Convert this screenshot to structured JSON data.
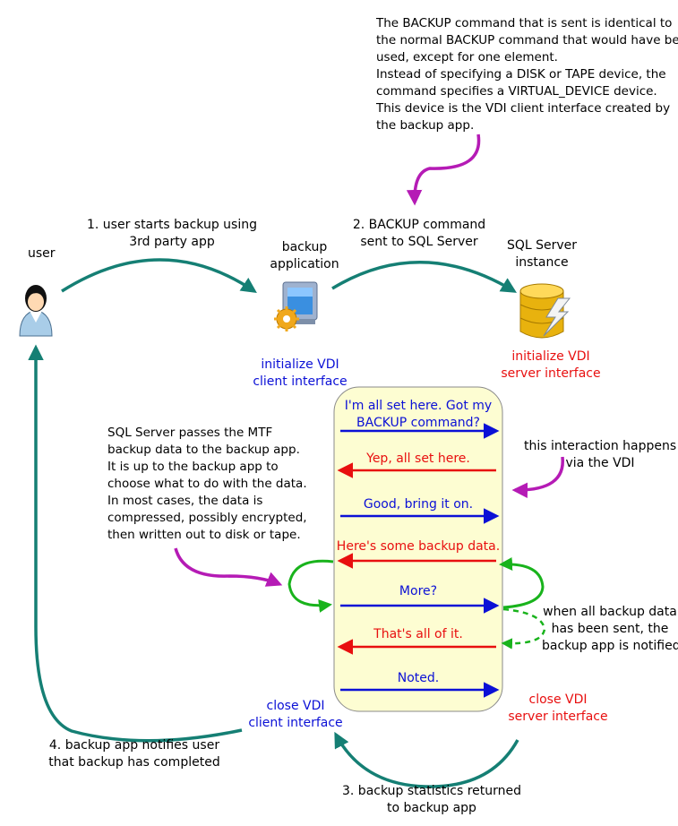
{
  "colors": {
    "teal": "#157f74",
    "magenta": "#b51bb5",
    "green": "#19b31c",
    "blue": "#0b10d6",
    "red": "#e80f0f",
    "panel": "#fdfdd2"
  },
  "top_note": [
    "The BACKUP command that is sent is identical to",
    "the normal BACKUP command that would have been",
    "used, except for one element.",
    "Instead of specifying a DISK or TAPE device, the",
    "command specifies a VIRTUAL_DEVICE device.",
    "This device is the VDI client interface created by",
    "the backup app."
  ],
  "actors": {
    "user": "user",
    "backup_app": [
      "backup",
      "application"
    ],
    "sql_server": [
      "SQL Server",
      "instance"
    ]
  },
  "steps": {
    "step1": [
      "1. user starts backup using",
      "3rd party app"
    ],
    "step2": [
      "2. BACKUP command",
      "sent to SQL Server"
    ],
    "step3": [
      "3. backup statistics returned",
      "to backup app"
    ],
    "step4": [
      "4. backup app notifies user",
      "that backup has completed"
    ]
  },
  "interfaces": {
    "init_client": [
      "initialize VDI",
      "client interface"
    ],
    "init_server": [
      "initialize VDI",
      "server interface"
    ],
    "close_client": [
      "close VDI",
      "client interface"
    ],
    "close_server": [
      "close VDI",
      "server interface"
    ]
  },
  "messages": [
    {
      "text": [
        "I'm all set here.  Got my",
        "BACKUP command?"
      ],
      "dir": "right",
      "color": "blue"
    },
    {
      "text": [
        "Yep, all set here."
      ],
      "dir": "left",
      "color": "red"
    },
    {
      "text": [
        "Good, bring it on."
      ],
      "dir": "right",
      "color": "blue"
    },
    {
      "text": [
        "Here's some backup data."
      ],
      "dir": "left",
      "color": "red"
    },
    {
      "text": [
        "More?"
      ],
      "dir": "right",
      "color": "blue"
    },
    {
      "text": [
        "That's all of it."
      ],
      "dir": "left",
      "color": "red"
    },
    {
      "text": [
        "Noted."
      ],
      "dir": "right",
      "color": "blue"
    }
  ],
  "left_note": [
    "SQL Server passes the MTF",
    "backup data to the backup app.",
    "It is up to the backup app to",
    "choose what to do with the data.",
    "In most cases, the data is",
    "compressed, possibly encrypted,",
    "then written out to disk or tape."
  ],
  "vdi_note": [
    "this interaction happens",
    "via the VDI"
  ],
  "done_note": [
    "when all backup data",
    "has been sent, the",
    "backup app is notified."
  ]
}
